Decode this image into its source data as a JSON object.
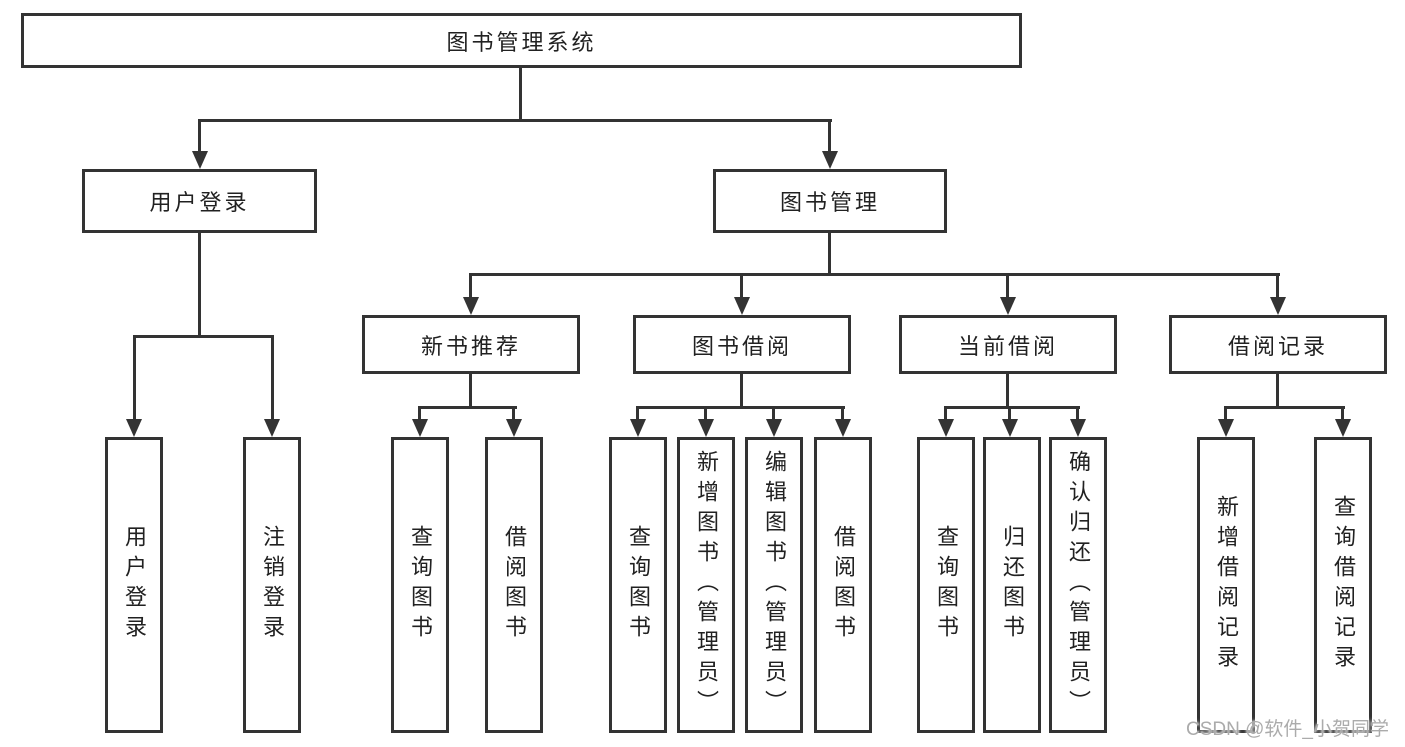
{
  "diagram": {
    "root": "图书管理系统",
    "level2": [
      "用户登录",
      "图书管理"
    ],
    "level3": [
      "新书推荐",
      "图书借阅",
      "当前借阅",
      "借阅记录"
    ],
    "leaves": {
      "user_login": [
        "用户登录",
        "注销登录"
      ],
      "new_books": [
        "查询图书",
        "借阅图书"
      ],
      "book_borrow": [
        "查询图书",
        "新增图书（管理员）",
        "编辑图书（管理员）",
        "借阅图书"
      ],
      "current_borrow": [
        "查询图书",
        "归还图书",
        "确认归还（管理员）"
      ],
      "borrow_records": [
        "新增借阅记录",
        "查询借阅记录"
      ]
    }
  },
  "watermark": "CSDN @软件_小贺同学",
  "colors": {
    "line": "#333333",
    "text": "#212121",
    "watermark": "#ababab",
    "background": "#ffffff"
  }
}
